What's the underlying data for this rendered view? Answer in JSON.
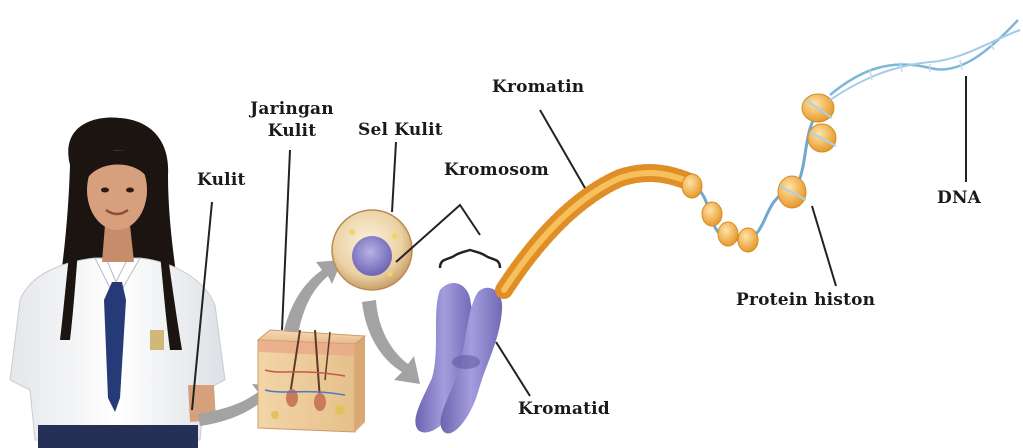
{
  "diagram": {
    "labels": {
      "kulit": "Kulit",
      "jaringan_line1": "Jaringan",
      "jaringan_line2": "Kulit",
      "sel_kulit": "Sel Kulit",
      "kromosom": "Kromosom",
      "kromatin": "Kromatin",
      "kromatid": "Kromatid",
      "protein_histon": "Protein histon",
      "dna": "DNA"
    },
    "colors": {
      "label_text": "#1a1a1a",
      "leader_line": "#222222",
      "arrow": "#a3a3a3",
      "chromosome": "#8e86c8",
      "chromatin": "#f0a63a",
      "histone": "#f2b24a",
      "dna_strand": "#7fb6d8",
      "cell_membrane": "#e9cfa3",
      "cell_nucleus": "#8e86c8",
      "skin_tissue": "#f0c9a0",
      "uniform_shirt": "#f6f6f6",
      "tie": "#263a78",
      "hair": "#1b1411"
    },
    "icons": [
      "student-photo",
      "skin-tissue-block",
      "skin-cell",
      "chromosome",
      "chromatin-fiber",
      "nucleosome",
      "dna-double-helix"
    ]
  }
}
